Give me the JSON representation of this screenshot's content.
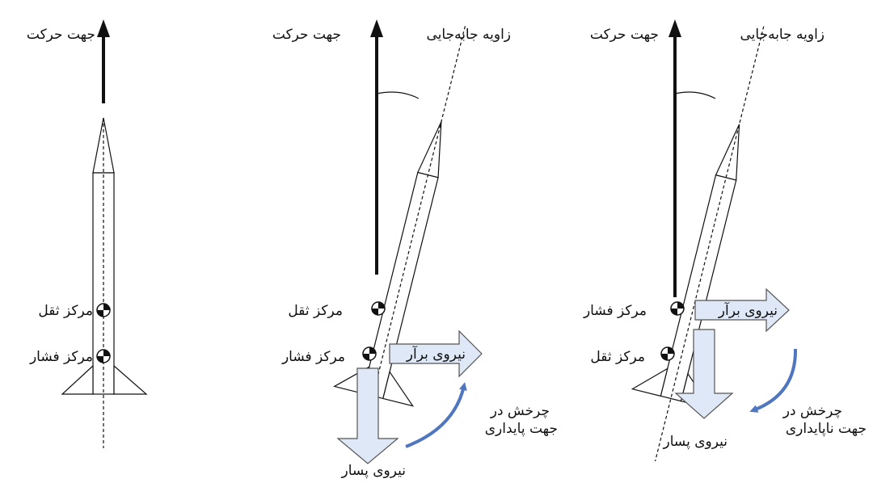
{
  "colors": {
    "line": "#111111",
    "force_fill": "#dfe8f6",
    "force_stroke": "#555555",
    "rotation_arrow": "#4f76bf"
  },
  "left": {
    "motion": "جهت حرکت",
    "cg": "مرکز ثقل",
    "cp": "مرکز فشار"
  },
  "middle": {
    "motion": "جهت حرکت",
    "angle": "زاویه جابه‌جایی",
    "cg": "مرکز ثقل",
    "cp": "مرکز فشار",
    "lift": "نیروی برآر",
    "thrust": "نیروی پسار",
    "rotation_line1": "چرخش در",
    "rotation_line2": "جهت پایداری"
  },
  "right": {
    "motion": "جهت حرکت",
    "angle": "زاویه جابه‌جایی",
    "cp": "مرکز فشار",
    "cg": "مرکز ثقل",
    "lift": "نیروی برآر",
    "thrust": "نیروی پسار",
    "rotation_line1": "چرخش در",
    "rotation_line2": "جهت ناپایداری"
  }
}
